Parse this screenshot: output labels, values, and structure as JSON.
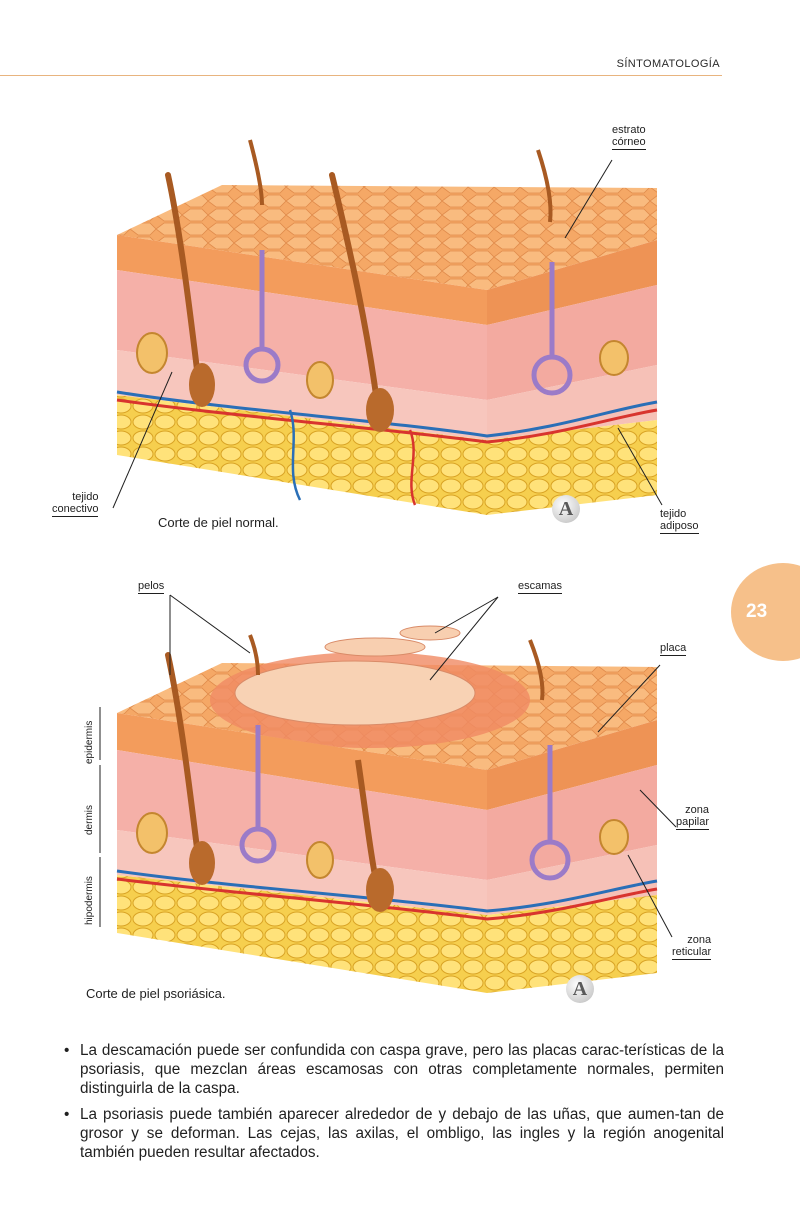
{
  "header": {
    "section_title": "SÍNTOMATOLOGÍA"
  },
  "page_number": "23",
  "figure_a": {
    "labels": {
      "stratum": "estrato\ncórneo",
      "connective": "tejido\nconectivo",
      "adipose": "tejido\nadiposo"
    },
    "caption": "Corte de piel normal.",
    "logo": "A"
  },
  "figure_b": {
    "labels": {
      "hair": "pelos",
      "scales": "escamas",
      "plaque": "placa",
      "papillary": "zona\npapilar",
      "reticular": "zona\nreticular"
    },
    "layers": {
      "epidermis": "epidermis",
      "dermis": "dermis",
      "hypodermis": "hipodermis"
    },
    "caption": "Corte de piel psoriásica.",
    "logo": "A"
  },
  "bullets": [
    "La descamación puede ser confundida con caspa grave, pero las placas carac-terísticas de la psoriasis, que mezclan áreas escamosas con otras completamente normales, permiten distinguirla de la caspa.",
    "La psoriasis puede también aparecer alrededor de y debajo de las uñas, que aumen-tan de grosor y se deforman. Las cejas, las axilas, el ombligo, las ingles y la región anogenital también pueden resultar afectados."
  ],
  "colors": {
    "accent": "#f6c08a",
    "epidermis": "#f3a46a",
    "dermis": "#f4b8b0",
    "fat": "#f6cf4e",
    "hair": "#a85a22",
    "gland": "#9b7bc8"
  }
}
